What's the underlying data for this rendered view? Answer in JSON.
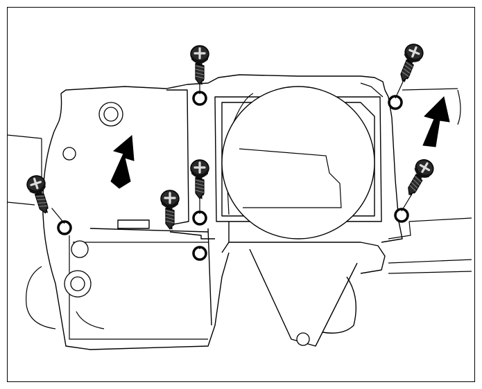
{
  "figure": {
    "kind": "technical-illustration",
    "subject": "housing-cover-screw-removal",
    "colors": {
      "line": "#000000",
      "paper": "#ffffff",
      "screw": "#222222"
    },
    "screws": [
      {
        "id": 1,
        "icon": "screw-icon"
      },
      {
        "id": 2,
        "icon": "screw-icon"
      },
      {
        "id": 3,
        "icon": "screw-icon"
      },
      {
        "id": 4,
        "icon": "screw-icon"
      },
      {
        "id": 5,
        "icon": "screw-icon"
      },
      {
        "id": 6,
        "icon": "screw-icon"
      },
      {
        "id": 7,
        "icon": "screw-icon"
      }
    ],
    "arrows": [
      {
        "id": 1,
        "icon": "arrow-up-icon"
      },
      {
        "id": 2,
        "icon": "arrow-up-icon"
      }
    ]
  }
}
